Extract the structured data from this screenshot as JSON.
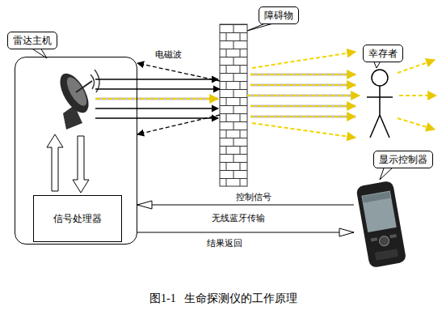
{
  "diagram": {
    "caption": "图1-1   生命探测仪的工作原理",
    "nodes": [
      {
        "text": [
          "雷达主机"
        ]
      },
      {
        "text": [
          "信号处理器"
        ],
        "in": 0
      },
      {
        "text": [
          "障碍物"
        ]
      },
      {
        "text": [
          "幸存者"
        ]
      },
      {
        "text": [
          "显示控制器"
        ]
      }
    ],
    "edges": [
      {
        "from": 0,
        "to": 2,
        "label": "电磁波",
        "arrow": "to"
      },
      {
        "from": 2,
        "to": 0,
        "arrow": "to"
      },
      {
        "from": 2,
        "to": 0,
        "arrow": "to"
      },
      {
        "from": 2,
        "to": 3,
        "arrow": "to"
      },
      {
        "from": 4,
        "to": 0,
        "label": "控制信号",
        "arrow": "to"
      },
      {
        "from": 0,
        "to": 4,
        "label": "结果返回",
        "arrow": "to"
      }
    ],
    "labels": [
      "无线蓝牙传输"
    ]
  }
}
